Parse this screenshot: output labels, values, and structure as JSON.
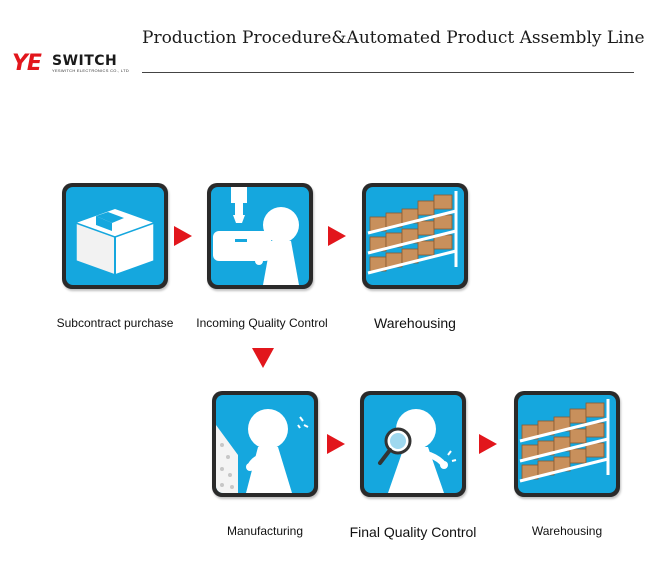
{
  "header": {
    "logo_mark": "YE",
    "logo_text": "SWITCH",
    "logo_subtext": "YESWITCH ELECTRONICS CO., LTD",
    "title": "Production Procedure&Automated Product Assembly Line"
  },
  "steps": [
    {
      "label": "Subcontract purchase",
      "icon": "box-icon"
    },
    {
      "label": "Incoming Quality Control",
      "icon": "inspector-icon"
    },
    {
      "label": "Warehousing",
      "icon": "warehouse-shelves-icon"
    },
    {
      "label": "Manufacturing",
      "icon": "worker-icon"
    },
    {
      "label": "Final Quality Control",
      "icon": "magnifier-inspector-icon"
    },
    {
      "label": "Warehousing",
      "icon": "warehouse-shelves-icon"
    }
  ],
  "colors": {
    "tile_blue": "#15a7de",
    "tile_border": "#2a2a2a",
    "arrow_red": "#e2161c",
    "brand_red": "#e2161c"
  }
}
